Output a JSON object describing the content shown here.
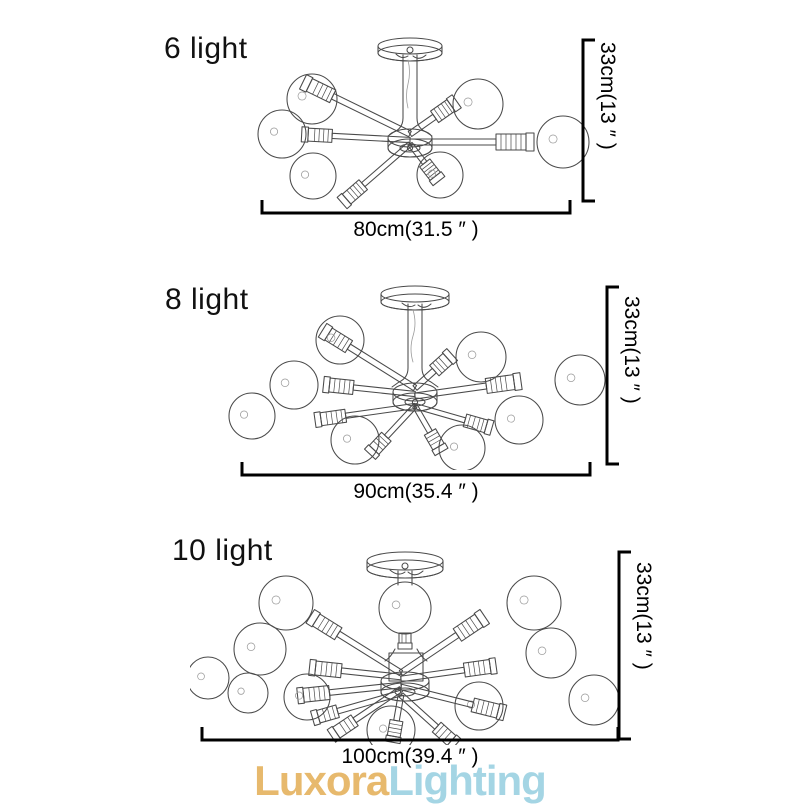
{
  "page": {
    "background": "#ffffff",
    "line_color": "#111111",
    "sketch_color": "#6a6a6a"
  },
  "variants": [
    {
      "id": "six-light",
      "title": "6 light",
      "bulb_count": 6,
      "width_label": "80cm(31.5 ″ )",
      "height_label": "33cm(13 ″ )",
      "width_cm": 80,
      "width_in": 31.5,
      "height_cm": 33,
      "height_in": 13
    },
    {
      "id": "eight-light",
      "title": "8 light",
      "bulb_count": 8,
      "width_label": "90cm(35.4 ″ )",
      "height_label": "33cm(13 ″ )",
      "width_cm": 90,
      "width_in": 35.4,
      "height_cm": 33,
      "height_in": 13
    },
    {
      "id": "ten-light",
      "title": "10 light",
      "bulb_count": 10,
      "width_label": "100cm(39.4 ″ )",
      "height_label": "33cm(13 ″ )",
      "width_cm": 100,
      "width_in": 39.4,
      "height_cm": 33,
      "height_in": 13
    }
  ],
  "watermark": {
    "text_primary": "Luxora",
    "text_secondary": "Lighting",
    "color_primary": "#e7b96d",
    "color_secondary": "#a4d5e4"
  }
}
